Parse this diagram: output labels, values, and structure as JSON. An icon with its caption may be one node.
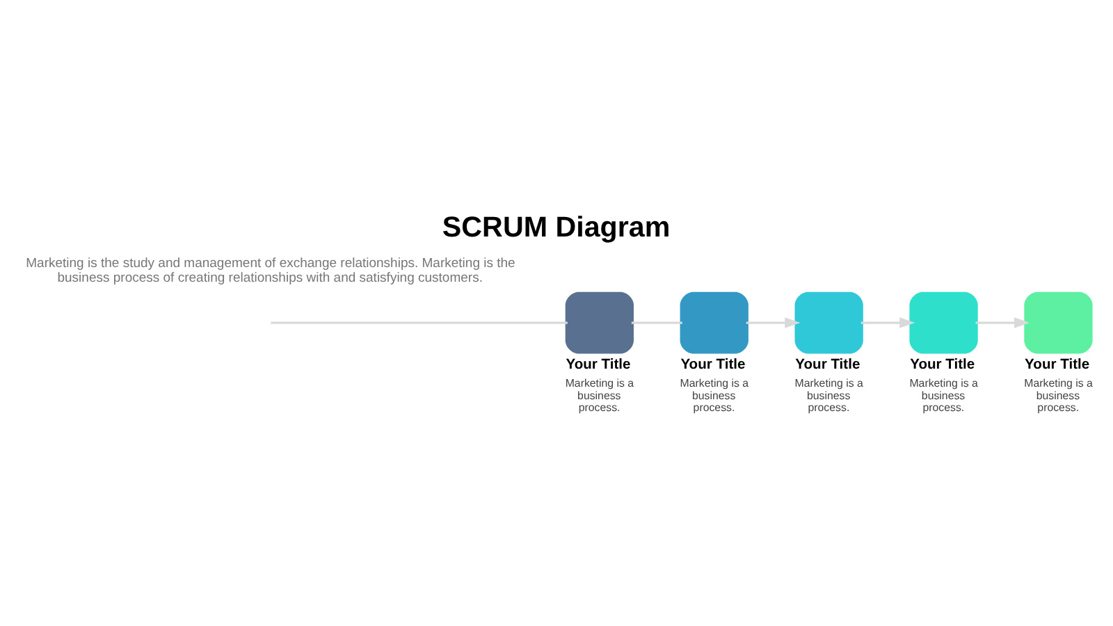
{
  "diagram": {
    "title": "SCRUM Diagram",
    "nodes": [
      {
        "text": [],
        "shape": "box",
        "beside": [
          "Your Title",
          "Marketing is a business process."
        ]
      },
      {
        "text": [],
        "shape": "box",
        "beside": [
          "Your Title",
          "Marketing is a business process."
        ]
      },
      {
        "text": [],
        "shape": "box",
        "beside": [
          "Your Title",
          "Marketing is a business process."
        ]
      },
      {
        "text": [],
        "shape": "box",
        "beside": [
          "Your Title",
          "Marketing is a business process."
        ]
      },
      {
        "text": [],
        "shape": "box",
        "beside": [
          "Your Title",
          "Marketing is a business process."
        ]
      }
    ],
    "edges": [
      {
        "from": null,
        "to": 0,
        "arrow": "none"
      },
      {
        "from": 0,
        "to": 1,
        "arrow": "none"
      },
      {
        "from": 1,
        "to": 2,
        "arrow": "to"
      },
      {
        "from": 2,
        "to": 3,
        "arrow": "to"
      },
      {
        "from": 3,
        "to": 4,
        "arrow": "to"
      }
    ],
    "labels": [
      "Marketing is the study and management of exchange relationships. Marketing is the business process of creating relationships with and satisfying customers."
    ]
  }
}
